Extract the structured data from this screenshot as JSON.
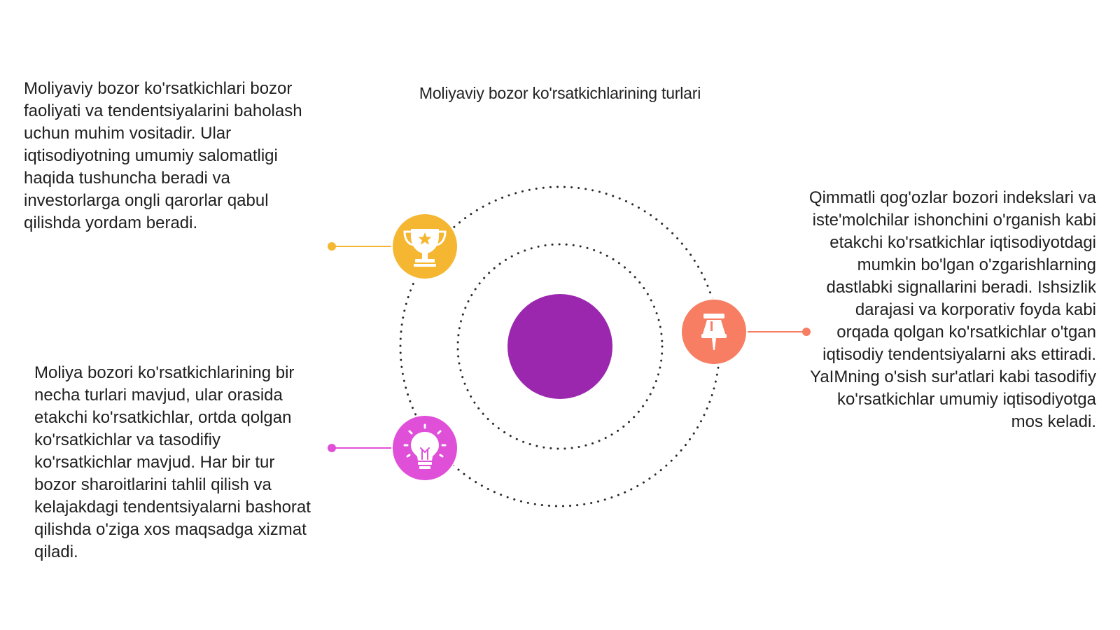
{
  "title": "Moliyaviy bozor ko'rsatkichlarining turlari",
  "blocks": {
    "top_left": "Moliyaviy bozor ko'rsatkichlari bozor faoliyati va tendentsiyalarini baholash uchun muhim vositadir. Ular iqtisodiyotning umumiy salomatligi haqida tushuncha beradi va investorlarga ongli qarorlar qabul qilishda yordam beradi.",
    "bottom_left": "Moliya bozori ko'rsatkichlarining bir necha turlari mavjud, ular orasida etakchi ko'rsatkichlar, ortda qolgan ko'rsatkichlar va tasodifiy ko'rsatkichlar mavjud. Har bir tur bozor sharoitlarini tahlil qilish va kelajakdagi tendentsiyalarni bashorat qilishda o'ziga xos maqsadga xizmat qiladi.",
    "right": "Qimmatli qog'ozlar bozori indekslari va iste'molchilar ishonchini o'rganish kabi etakchi ko'rsatkichlar iqtisodiyotdagi mumkin bo'lgan o'zgarishlarning dastlabki signallarini beradi. Ishsizlik darajasi va korporativ foyda kabi orqada qolgan ko'rsatkichlar o'tgan iqtisodiy tendentsiyalarni aks ettiradi. YaIMning o'sish sur'atlari kabi tasodifiy ko'rsatkichlar umumiy iqtisodiyotga mos keladi."
  },
  "icons": {
    "trophy": "trophy-icon",
    "pin": "pushpin-icon",
    "bulb": "lightbulb-icon"
  },
  "colors": {
    "center": "#9b27af",
    "trophy": "#f5b731",
    "pin": "#f77e62",
    "bulb": "#e04fd8",
    "ring": "#2a2a2a"
  }
}
